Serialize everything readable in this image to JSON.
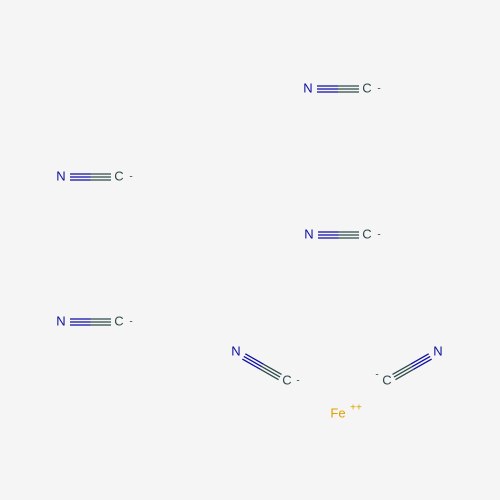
{
  "colors": {
    "background": "#f5f5f5",
    "nitrogen": "#0f0fa0",
    "carbon": "#2d4a4a",
    "iron": "#e0a000"
  },
  "molecule": {
    "cyanides": [
      {
        "n_label": "N",
        "c_label": "C",
        "charge": "-"
      },
      {
        "n_label": "N",
        "c_label": "C",
        "charge": "-"
      },
      {
        "n_label": "N",
        "c_label": "C",
        "charge": "-"
      },
      {
        "n_label": "N",
        "c_label": "C",
        "charge": "-"
      },
      {
        "n_label": "N",
        "c_label": "C",
        "charge": "-"
      },
      {
        "n_label": "N",
        "c_label": "C",
        "charge": "-"
      }
    ],
    "iron": {
      "label": "Fe",
      "charge": "++"
    }
  }
}
